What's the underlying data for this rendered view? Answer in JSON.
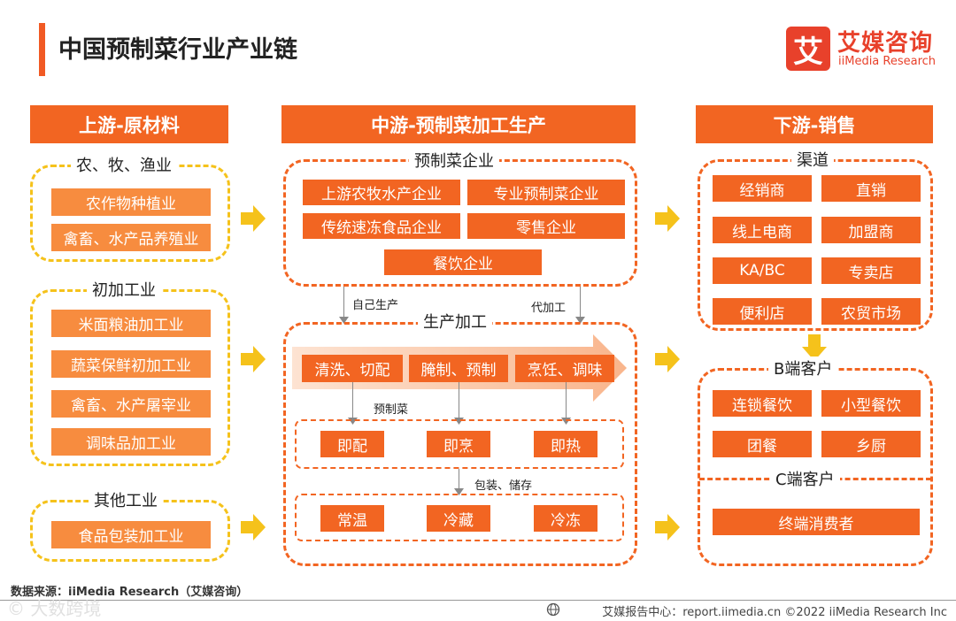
{
  "header": {
    "title": "中国预制菜行业产业链",
    "logo_mark": "艾",
    "logo_cn": "艾媒咨询",
    "logo_en": "iiMedia Research"
  },
  "upstream": {
    "heading": "上游-原材料",
    "groups": [
      {
        "label": "农、牧、渔业",
        "items": [
          "农作物种植业",
          "禽畜、水产品养殖业"
        ]
      },
      {
        "label": "初加工业",
        "items": [
          "米面粮油加工业",
          "蔬菜保鲜初加工业",
          "禽畜、水产屠宰业",
          "调味品加工业"
        ]
      },
      {
        "label": "其他工业",
        "items": [
          "食品包装加工业"
        ]
      }
    ]
  },
  "midstream": {
    "heading": "中游-预制菜加工生产",
    "enterprise_label": "预制菜企业",
    "enterprises": [
      "上游农牧水产企业",
      "专业预制菜企业",
      "传统速冻食品企业",
      "零售企业",
      "餐饮企业"
    ],
    "self_production": "自己生产",
    "oem": "代加工",
    "production_label": "生产加工",
    "steps": [
      "清洗、切配",
      "腌制、预制",
      "烹饪、调味"
    ],
    "prepared_label": "预制菜",
    "prepared_types": [
      "即配",
      "即烹",
      "即热"
    ],
    "pack_label": "包装、储存",
    "storage_types": [
      "常温",
      "冷藏",
      "冷冻"
    ]
  },
  "downstream": {
    "heading": "下游-销售",
    "channel_label": "渠道",
    "channels": [
      "经销商",
      "直销",
      "线上电商",
      "加盟商",
      "KA/BC",
      "专卖店",
      "便利店",
      "农贸市场"
    ],
    "b_label": "B端客户",
    "b_clients": [
      "连锁餐饮",
      "小型餐饮",
      "团餐",
      "乡厨"
    ],
    "c_label": "C端客户",
    "c_clients": [
      "终端消费者"
    ]
  },
  "footer": {
    "source": "数据来源：iiMedia Research（艾媒咨询）",
    "right": "艾媒报告中心：report.iimedia.cn   ©2022  iiMedia Research  Inc",
    "watermark": "© 大数跨境"
  },
  "colors": {
    "accent": "#f26522",
    "light_accent": "#f78c3f",
    "yellow": "#f5c21b",
    "logo": "#e8412b"
  }
}
